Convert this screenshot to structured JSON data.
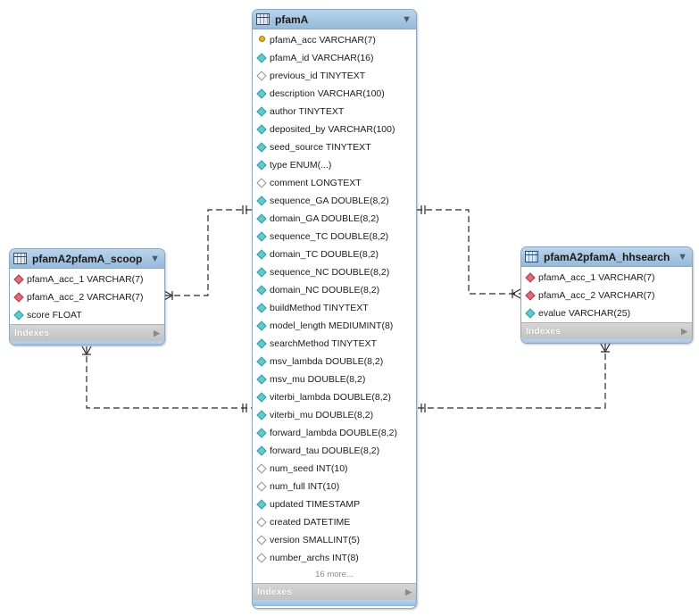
{
  "tables": {
    "pfamA": {
      "title": "pfamA",
      "columns": [
        {
          "label": "pfamA_acc VARCHAR(7)",
          "key": "pk"
        },
        {
          "label": "pfamA_id VARCHAR(16)",
          "key": "attr"
        },
        {
          "label": "previous_id TINYTEXT",
          "key": "nullable"
        },
        {
          "label": "description VARCHAR(100)",
          "key": "attr"
        },
        {
          "label": "author TINYTEXT",
          "key": "attr"
        },
        {
          "label": "deposited_by VARCHAR(100)",
          "key": "attr"
        },
        {
          "label": "seed_source TINYTEXT",
          "key": "attr"
        },
        {
          "label": "type ENUM(...)",
          "key": "attr"
        },
        {
          "label": "comment LONGTEXT",
          "key": "nullable"
        },
        {
          "label": "sequence_GA DOUBLE(8,2)",
          "key": "attr"
        },
        {
          "label": "domain_GA DOUBLE(8,2)",
          "key": "attr"
        },
        {
          "label": "sequence_TC DOUBLE(8,2)",
          "key": "attr"
        },
        {
          "label": "domain_TC DOUBLE(8,2)",
          "key": "attr"
        },
        {
          "label": "sequence_NC DOUBLE(8,2)",
          "key": "attr"
        },
        {
          "label": "domain_NC DOUBLE(8,2)",
          "key": "attr"
        },
        {
          "label": "buildMethod TINYTEXT",
          "key": "attr"
        },
        {
          "label": "model_length MEDIUMINT(8)",
          "key": "attr"
        },
        {
          "label": "searchMethod TINYTEXT",
          "key": "attr"
        },
        {
          "label": "msv_lambda DOUBLE(8,2)",
          "key": "attr"
        },
        {
          "label": "msv_mu DOUBLE(8,2)",
          "key": "attr"
        },
        {
          "label": "viterbi_lambda DOUBLE(8,2)",
          "key": "attr"
        },
        {
          "label": "viterbi_mu DOUBLE(8,2)",
          "key": "attr"
        },
        {
          "label": "forward_lambda DOUBLE(8,2)",
          "key": "attr"
        },
        {
          "label": "forward_tau DOUBLE(8,2)",
          "key": "attr"
        },
        {
          "label": "num_seed INT(10)",
          "key": "nullable"
        },
        {
          "label": "num_full INT(10)",
          "key": "nullable"
        },
        {
          "label": "updated TIMESTAMP",
          "key": "attr"
        },
        {
          "label": "created DATETIME",
          "key": "nullable"
        },
        {
          "label": "version SMALLINT(5)",
          "key": "nullable"
        },
        {
          "label": "number_archs INT(8)",
          "key": "nullable"
        }
      ],
      "more": "16 more...",
      "indexes": "Indexes"
    },
    "scoop": {
      "title": "pfamA2pfamA_scoop",
      "columns": [
        {
          "label": "pfamA_acc_1 VARCHAR(7)",
          "key": "fk"
        },
        {
          "label": "pfamA_acc_2 VARCHAR(7)",
          "key": "fk"
        },
        {
          "label": "score FLOAT",
          "key": "attr"
        }
      ],
      "indexes": "Indexes"
    },
    "hhsearch": {
      "title": "pfamA2pfamA_hhsearch",
      "columns": [
        {
          "label": "pfamA_acc_1 VARCHAR(7)",
          "key": "fk"
        },
        {
          "label": "pfamA_acc_2 VARCHAR(7)",
          "key": "fk"
        },
        {
          "label": "evalue VARCHAR(25)",
          "key": "attr"
        }
      ],
      "indexes": "Indexes"
    }
  }
}
